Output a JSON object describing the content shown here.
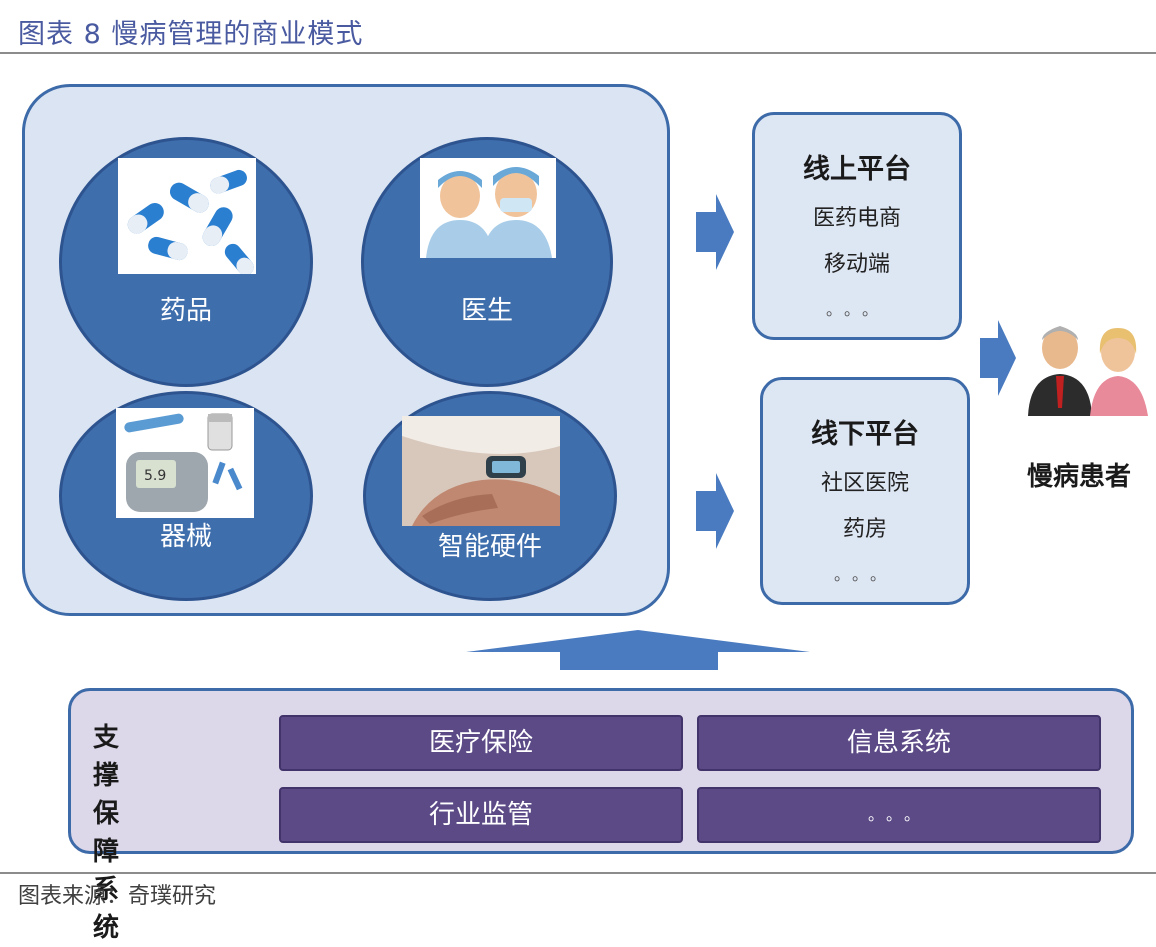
{
  "title": "图表 8 慢病管理的商业模式",
  "source": "图表来源：奇璞研究",
  "resources": [
    {
      "label": "药品",
      "icon": "medicine-capsules-icon"
    },
    {
      "label": "医生",
      "icon": "doctors-icon"
    },
    {
      "label": "器械",
      "icon": "glucose-meter-icon"
    },
    {
      "label": "智能硬件",
      "icon": "wearable-device-icon"
    }
  ],
  "online": {
    "heading": "线上平台",
    "items": [
      "医药电商",
      "移动端"
    ],
    "ellipsis": "。。。"
  },
  "offline": {
    "heading": "线下平台",
    "items": [
      "社区医院",
      "药房"
    ],
    "ellipsis": "。。。"
  },
  "patients": {
    "label": "慢病患者"
  },
  "support": {
    "label": "支撑保障系统",
    "items": [
      "医疗保险",
      "信息系统",
      "行业监管",
      "。。。"
    ]
  },
  "colors": {
    "circle": "#3f6ead",
    "panel": "#dbe4f2",
    "arrow": "#4a7bc0",
    "support_item": "#5c4a87"
  }
}
